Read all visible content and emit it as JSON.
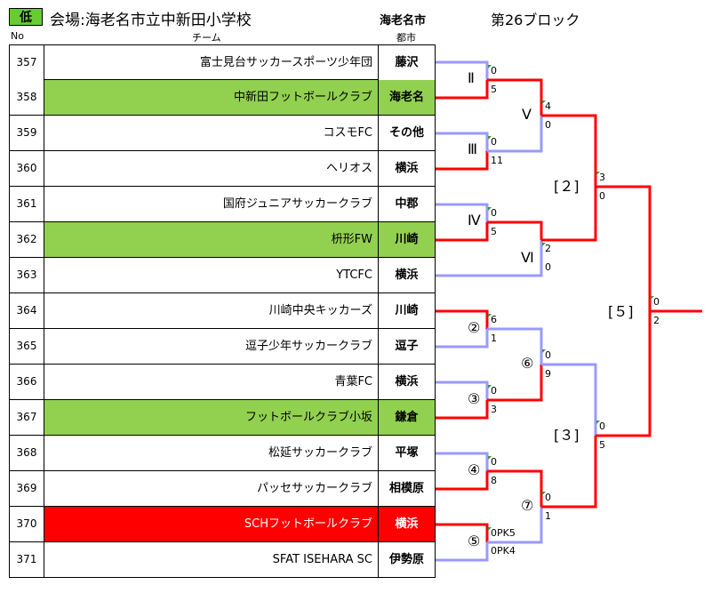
{
  "header": {
    "low_badge": "低",
    "venue": "会場:海老名市立中新田小学校",
    "city": "海老名市",
    "block": "第26ブロック",
    "col_no": "No",
    "col_team": "チーム",
    "col_city": "都市"
  },
  "teams": [
    {
      "no": "357",
      "name": "富士見台サッカースポーツ少年団",
      "city": "藤沢",
      "highlight": ""
    },
    {
      "no": "358",
      "name": "中新田フットボールクラブ",
      "city": "海老名",
      "highlight": "green"
    },
    {
      "no": "359",
      "name": "コスモFC",
      "city": "その他",
      "highlight": ""
    },
    {
      "no": "360",
      "name": "ヘリオス",
      "city": "横浜",
      "highlight": ""
    },
    {
      "no": "361",
      "name": "国府ジュニアサッカークラブ",
      "city": "中郡",
      "highlight": ""
    },
    {
      "no": "362",
      "name": "枡形FW",
      "city": "川崎",
      "highlight": "green"
    },
    {
      "no": "363",
      "name": "YTCFC",
      "city": "横浜",
      "highlight": ""
    },
    {
      "no": "364",
      "name": "川崎中央キッカーズ",
      "city": "川崎",
      "highlight": ""
    },
    {
      "no": "365",
      "name": "逗子少年サッカークラブ",
      "city": "逗子",
      "highlight": ""
    },
    {
      "no": "366",
      "name": "青葉FC",
      "city": "横浜",
      "highlight": ""
    },
    {
      "no": "367",
      "name": "フットボールクラブ小坂",
      "city": "鎌倉",
      "highlight": "green"
    },
    {
      "no": "368",
      "name": "松延サッカークラブ",
      "city": "平塚",
      "highlight": ""
    },
    {
      "no": "369",
      "name": "パッセサッカークラブ",
      "city": "相模原",
      "highlight": ""
    },
    {
      "no": "370",
      "name": "SCHフットボールクラブ",
      "city": "横浜",
      "highlight": "red"
    },
    {
      "no": "371",
      "name": "SFAT ISEHARA SC",
      "city": "伊勢原",
      "highlight": ""
    }
  ],
  "matches": [
    {
      "label": "Ⅱ",
      "s1": "0",
      "s2": "5"
    },
    {
      "label": "Ⅲ",
      "s1": "0",
      "s2": "11"
    },
    {
      "label": "Ⅳ",
      "s1": "0",
      "s2": "5"
    },
    {
      "label": "Ⅴ",
      "s1": "4",
      "s2": "0"
    },
    {
      "label": "Ⅵ",
      "s1": "2",
      "s2": "0"
    },
    {
      "label": "[２]",
      "s1": "3",
      "s2": "0"
    },
    {
      "label": "②",
      "s1": "6",
      "s2": "1"
    },
    {
      "label": "③",
      "s1": "0",
      "s2": "3"
    },
    {
      "label": "④",
      "s1": "0",
      "s2": "8"
    },
    {
      "label": "⑤",
      "s1": "0PK5",
      "s2": "0PK4"
    },
    {
      "label": "⑥",
      "s1": "0",
      "s2": "9"
    },
    {
      "label": "⑦",
      "s1": "0",
      "s2": "1"
    },
    {
      "label": "[３]",
      "s1": "0",
      "s2": "5"
    },
    {
      "label": "[５]",
      "s1": "0",
      "s2": "2"
    }
  ],
  "colors": {
    "winner": "#ff0000",
    "loser": "#9999ff",
    "highlight_green": "#92d050",
    "highlight_red": "#ff0000"
  }
}
